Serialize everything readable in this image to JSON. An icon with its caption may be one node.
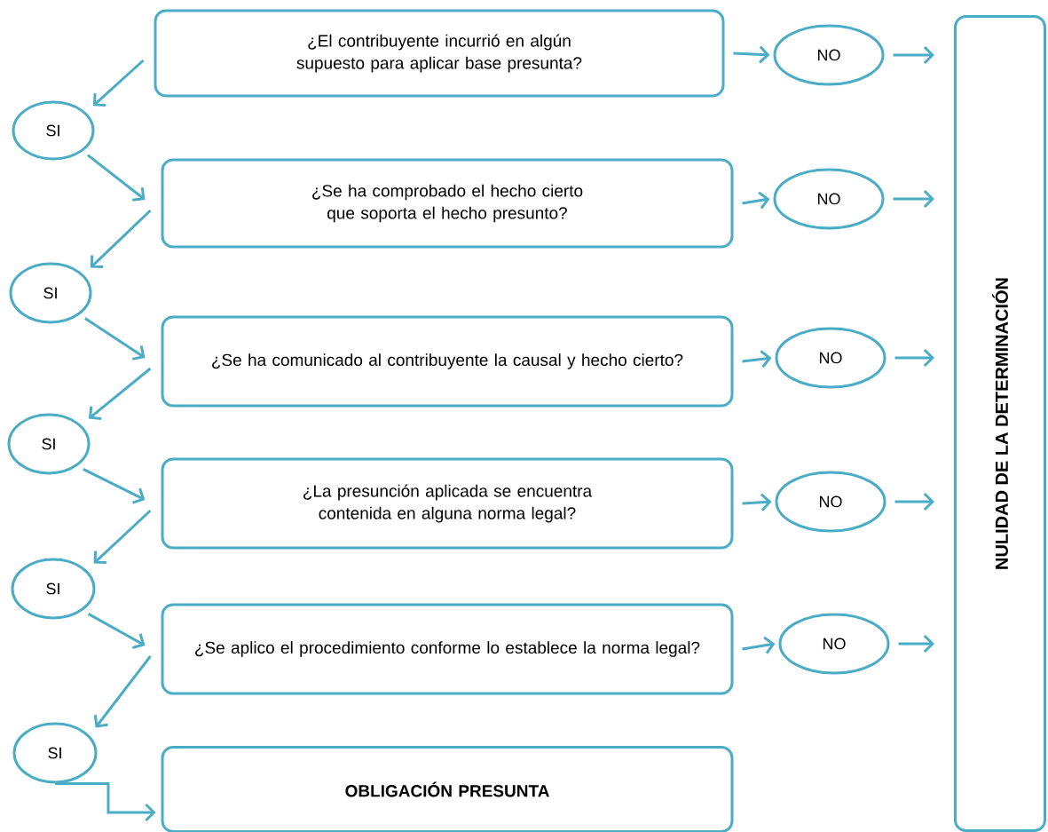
{
  "diagram": {
    "nodes": [
      {
        "text": [
          "¿El contribuyente incurrió en algún supuesto para aplicar base presunta?"
        ]
      },
      {
        "text": [
          "NO"
        ]
      },
      {
        "text": [
          "NULIDAD DE LA DETERMINACIÓN"
        ]
      },
      {
        "text": [
          "SI"
        ]
      },
      {
        "text": [
          "¿Se ha comprobado el hecho cierto que soporta el hecho presunto?"
        ]
      },
      {
        "text": [
          "NO"
        ]
      },
      {
        "text": [
          "SI"
        ]
      },
      {
        "text": [
          "¿Se ha comunicado al contribuyente la causal y hecho cierto?"
        ]
      },
      {
        "text": [
          "NO"
        ]
      },
      {
        "text": [
          "SI"
        ]
      },
      {
        "text": [
          "¿La presunción aplicada se encuentra contenida en alguna norma legal?"
        ]
      },
      {
        "text": [
          "NO"
        ]
      },
      {
        "text": [
          "SI"
        ]
      },
      {
        "text": [
          "¿Se aplico el procedimiento conforme lo establece la norma legal?"
        ]
      },
      {
        "text": [
          "NO"
        ]
      },
      {
        "text": [
          "SI"
        ]
      },
      {
        "text": [
          "OBLIGACIÓN PRESUNTA"
        ]
      }
    ],
    "edges": [
      {
        "from": 0,
        "to": 1,
        "arrow": "to"
      },
      {
        "from": 1,
        "to": 2,
        "arrow": "to"
      },
      {
        "from": 0,
        "to": 3,
        "arrow": "to"
      },
      {
        "from": 3,
        "to": 4,
        "arrow": "to"
      },
      {
        "from": 4,
        "to": 5,
        "arrow": "to"
      },
      {
        "from": 5,
        "to": 2,
        "arrow": "to"
      },
      {
        "from": 4,
        "to": 6,
        "arrow": "to"
      },
      {
        "from": 6,
        "to": 7,
        "arrow": "to"
      },
      {
        "from": 7,
        "to": 8,
        "arrow": "to"
      },
      {
        "from": 8,
        "to": 2,
        "arrow": "to"
      },
      {
        "from": 7,
        "to": 9,
        "arrow": "to"
      },
      {
        "from": 9,
        "to": 10,
        "arrow": "to"
      },
      {
        "from": 10,
        "to": 11,
        "arrow": "to"
      },
      {
        "from": 11,
        "to": 2,
        "arrow": "to"
      },
      {
        "from": 10,
        "to": 12,
        "arrow": "to"
      },
      {
        "from": 12,
        "to": 13,
        "arrow": "to"
      },
      {
        "from": 13,
        "to": 14,
        "arrow": "to"
      },
      {
        "from": 14,
        "to": 2,
        "arrow": "to"
      },
      {
        "from": 13,
        "to": 15,
        "arrow": "to"
      },
      {
        "from": 15,
        "to": 16,
        "arrow": "to"
      }
    ]
  }
}
